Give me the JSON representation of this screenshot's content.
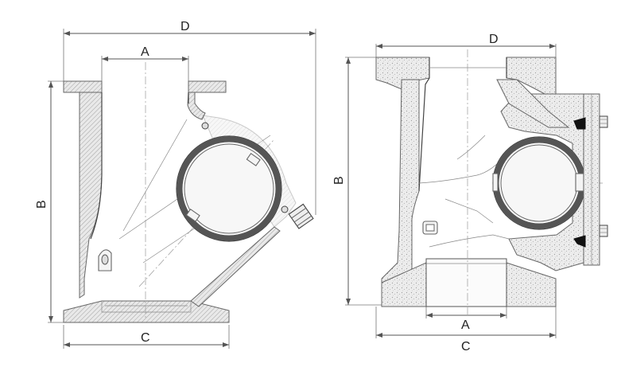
{
  "left_view": {
    "dim_d": "D",
    "dim_a": "A",
    "dim_b": "B",
    "dim_c": "C"
  },
  "right_view": {
    "dim_d": "D",
    "dim_a": "A",
    "dim_b": "B",
    "dim_c": "C"
  }
}
